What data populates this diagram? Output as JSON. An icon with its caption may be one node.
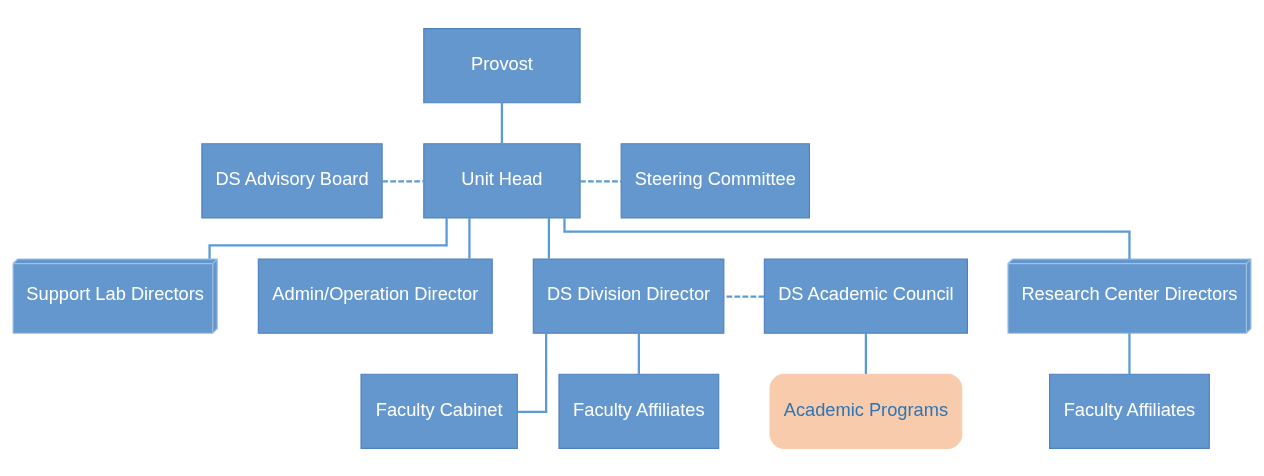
{
  "diagram": {
    "nodes": [
      {
        "text": [
          "Provost"
        ]
      },
      {
        "text": [
          "Unit Head"
        ]
      },
      {
        "text": [
          "DS Advisory Board"
        ]
      },
      {
        "text": [
          "Steering Committee"
        ]
      },
      {
        "text": [
          "DS Academic Council"
        ]
      },
      {
        "text": [
          "DS Division Director"
        ]
      },
      {
        "text": [
          "Research Center Directors"
        ]
      },
      {
        "text": [
          "Support Lab Directors"
        ]
      },
      {
        "text": [
          "Admin/Operation Director"
        ]
      },
      {
        "text": [
          "Academic Programs"
        ]
      },
      {
        "text": [
          "Faculty Cabinet"
        ]
      },
      {
        "text": [
          "Faculty Affiliates"
        ]
      },
      {
        "text": [
          "Faculty Affiliates"
        ]
      }
    ],
    "edges": [
      {
        "from": 0,
        "to": 1,
        "arrow": "none"
      },
      {
        "from": 2,
        "to": 1,
        "arrow": "none",
        "style": "dashed"
      },
      {
        "from": 1,
        "to": 3,
        "arrow": "none",
        "style": "dashed"
      },
      {
        "from": 1,
        "to": 5,
        "arrow": "none"
      },
      {
        "from": 1,
        "to": 6,
        "arrow": "none"
      },
      {
        "from": 1,
        "to": 7,
        "arrow": "none"
      },
      {
        "from": 1,
        "to": 8,
        "arrow": "none"
      },
      {
        "from": 4,
        "to": 5,
        "arrow": "none",
        "style": "dashed"
      },
      {
        "from": 4,
        "to": 9,
        "arrow": "none"
      },
      {
        "from": 5,
        "to": 10,
        "arrow": "none"
      },
      {
        "from": 5,
        "to": 11,
        "arrow": "none"
      },
      {
        "from": 6,
        "to": 12,
        "arrow": "none"
      }
    ]
  }
}
